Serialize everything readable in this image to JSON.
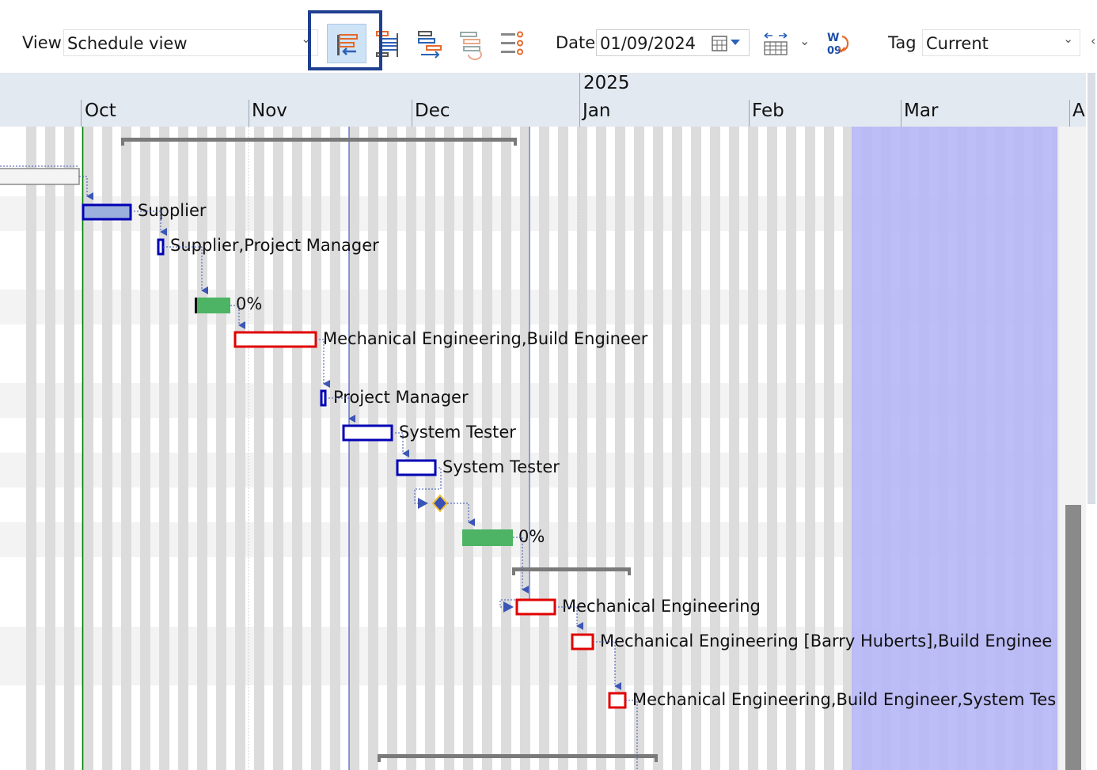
{
  "toolbar": {
    "view_label": "View",
    "view_value": "Schedule view",
    "date_label": "Date",
    "date_value": "01/09/2024",
    "week_icon_text_top": "W",
    "week_icon_text_bottom": "09",
    "tag_label": "Tag",
    "tag_value": "Current",
    "buttons": [
      {
        "icon": "schedule-forward-icon",
        "active": true
      },
      {
        "icon": "align-bars-icon"
      },
      {
        "icon": "move-bars-icon"
      },
      {
        "icon": "refresh-schedule-icon"
      },
      {
        "icon": "list-settings-icon"
      }
    ]
  },
  "timeline": {
    "year": "2025",
    "months": [
      "Oct",
      "Nov",
      "Dec",
      "Jan",
      "Feb",
      "Mar",
      "A"
    ]
  },
  "tasks": {
    "t1_label": "Supplier",
    "t2_label": "Supplier,Project Manager",
    "t3_label": "0%",
    "t4_label": "Mechanical Engineering,Build Engineer",
    "t5_label": "Project Manager",
    "t6_label": "System Tester",
    "t7_label": "System Tester",
    "t8_label": "0%",
    "t9_label": "Mechanical Engineering",
    "t10_label": "Mechanical Engineering [Barry Huberts],Build Enginee",
    "t11_label": "Mechanical Engineering,Build Engineer,System Tes"
  },
  "colors": {
    "highlight": "#1f3f8f",
    "period": "#b6b6f6",
    "planned": "#0000b4",
    "critical": "#e00000",
    "progress": "#4cb464",
    "today": "#008000"
  }
}
